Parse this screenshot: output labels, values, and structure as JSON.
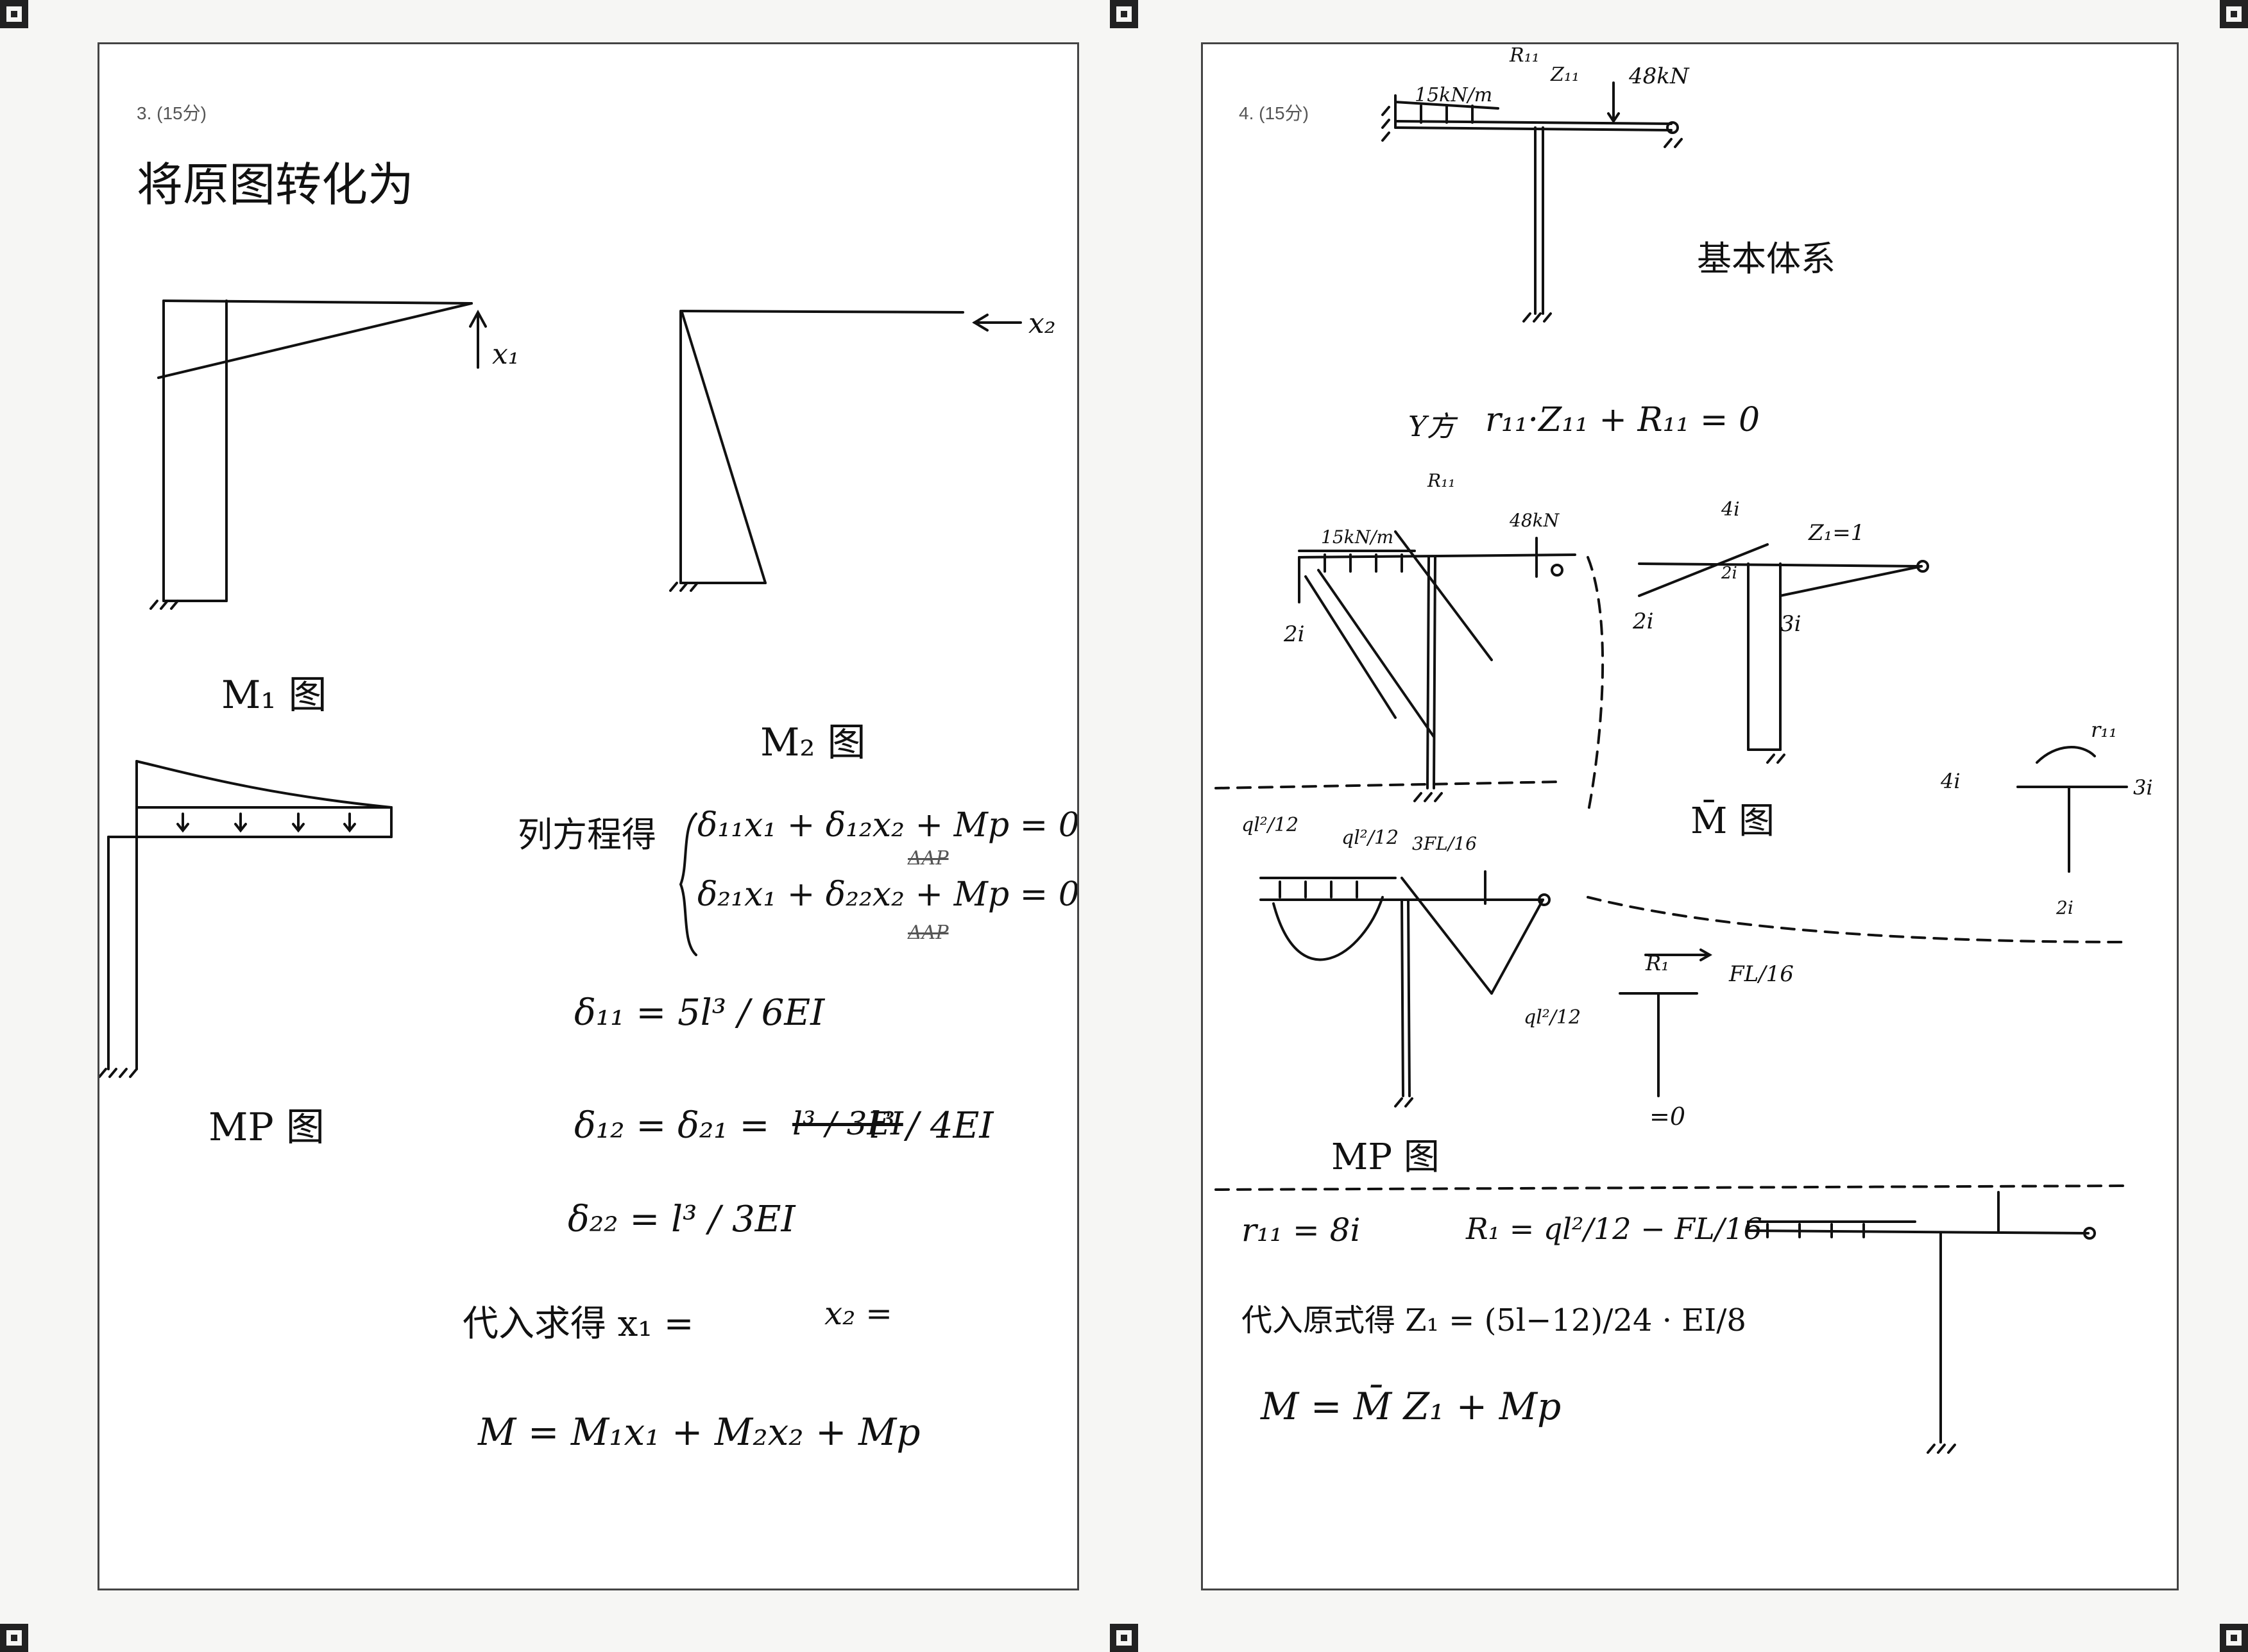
{
  "pages": [
    {
      "question": "3. (15分)",
      "intro": "将原图转化为",
      "labels": {
        "x1": "x₁",
        "x2": "x₂",
        "m1": "M₁ 图",
        "m2": "M₂ 图",
        "mp": "MP 图"
      },
      "equations": {
        "system_label": "列方程得",
        "eq1": "δ₁₁x₁ + δ₁₂x₂ + Mp = 0",
        "eq1_struck": "ΔAP",
        "eq2": "δ₂₁x₁ + δ₂₂x₂ + Mp = 0",
        "eq2_struck": "ΔAP",
        "d11": "δ₁₁ = 5l³ / 6EI",
        "d12": "δ₁₂ = δ₂₁ =",
        "d12_struck": "l³ / 3EI",
        "d12_value": "l³ / 4EI",
        "d22": "δ₂₂ = l³ / 3EI",
        "solve": "代入求得 x₁ =",
        "solve_x2": "x₂ =",
        "final": "M = M₁x₁ + M₂x₂ + Mp"
      }
    },
    {
      "question": "4. (15分)",
      "labels": {
        "load_q": "15kN/m",
        "load_p": "48kN",
        "r11": "R₁₁",
        "z11": "Z₁₁",
        "basic_system": "基本体系",
        "equation": "r₁₁·Z₁₁ + R₁₁ = 0",
        "equation_prefix": "Y方",
        "load_q2": "15kN/m",
        "load_p2": "48kN",
        "r11b": "R₁₁",
        "two_i": "2i",
        "four_i": "4i",
        "two_i_b": "2i",
        "three_i": "3i",
        "z1": "Z₁=1",
        "two_i_c": "2i",
        "mbar": "M̄ 图",
        "r11_small": "r₁₁",
        "four_i_b": "4i",
        "three_i_b": "3i",
        "two_i_d": "2i",
        "ql2_12_a": "ql²/12",
        "ql2_12_b": "ql²/12",
        "three_fl_16": "3FL/16",
        "ql2_12_c": "ql²/12",
        "r1_small": "R₁",
        "fl_16": "FL/16",
        "zero": "=0",
        "mp": "MP 图",
        "r11_value": "r₁₁ = 8i",
        "r1_value": "R₁ = ql²/12 − FL/16",
        "substitute": "代入原式得 Z₁ = (5l−12)/24 · EI/8",
        "final": "M = M̄ Z₁ + Mp"
      }
    }
  ],
  "colors": {
    "ink": "#111111",
    "paper": "#ffffff",
    "frame": "#444444"
  }
}
